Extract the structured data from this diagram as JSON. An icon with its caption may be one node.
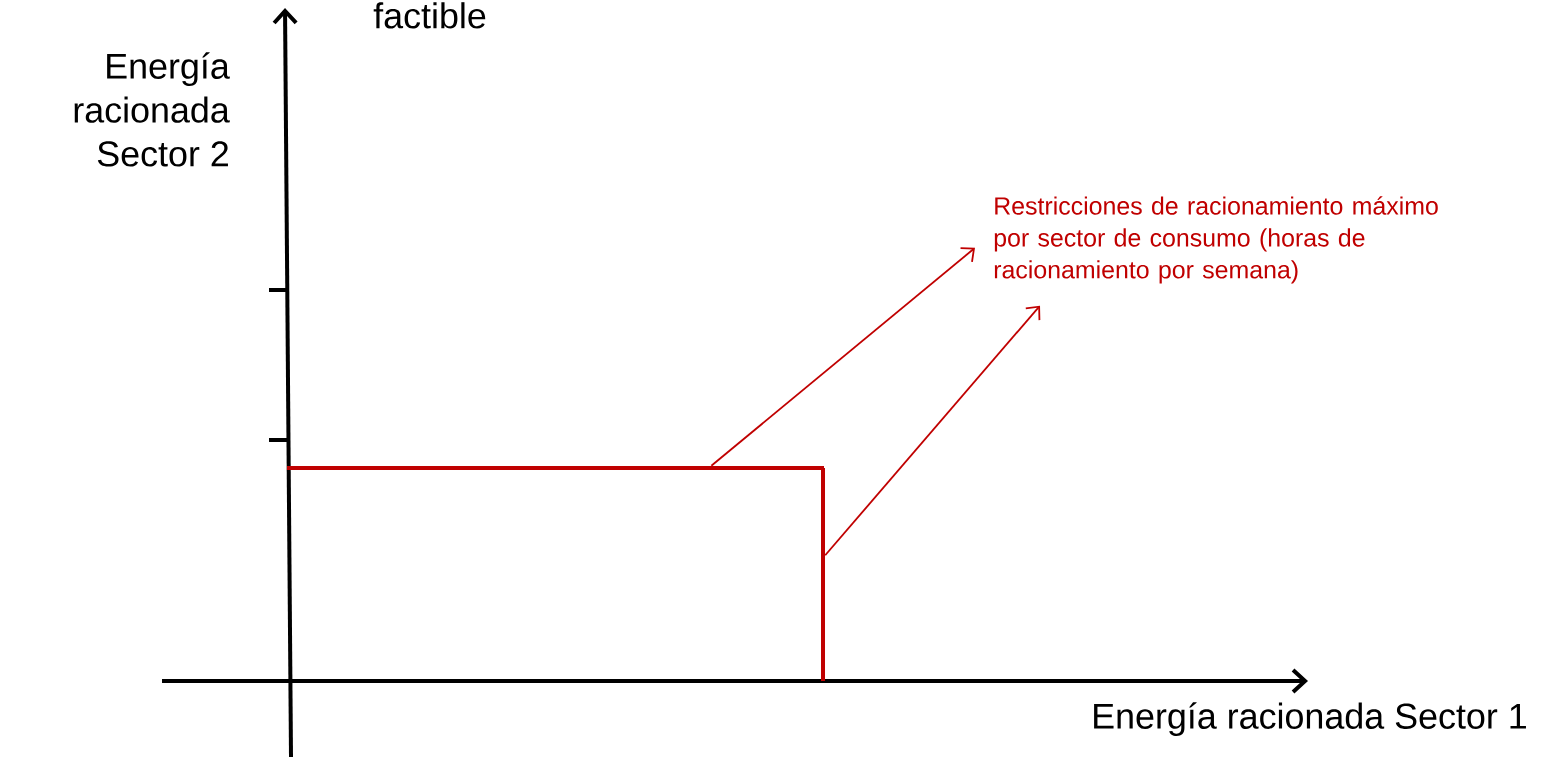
{
  "diagram": {
    "nodes": [
      {
        "text": [
          "Restricciones de racionamiento máximo por sector de consumo (horas de racionamiento por semana)"
        ]
      },
      {
        "text": [],
        "shape": "line"
      },
      {
        "text": [],
        "shape": "line"
      }
    ],
    "edges": [
      {
        "from": 1,
        "to": 0,
        "arrow": "to"
      },
      {
        "from": 2,
        "to": 0,
        "arrow": "to"
      }
    ],
    "labels": [
      "factible",
      "Energía racionada Sector 2",
      "Energía racionada Sector 1"
    ]
  }
}
